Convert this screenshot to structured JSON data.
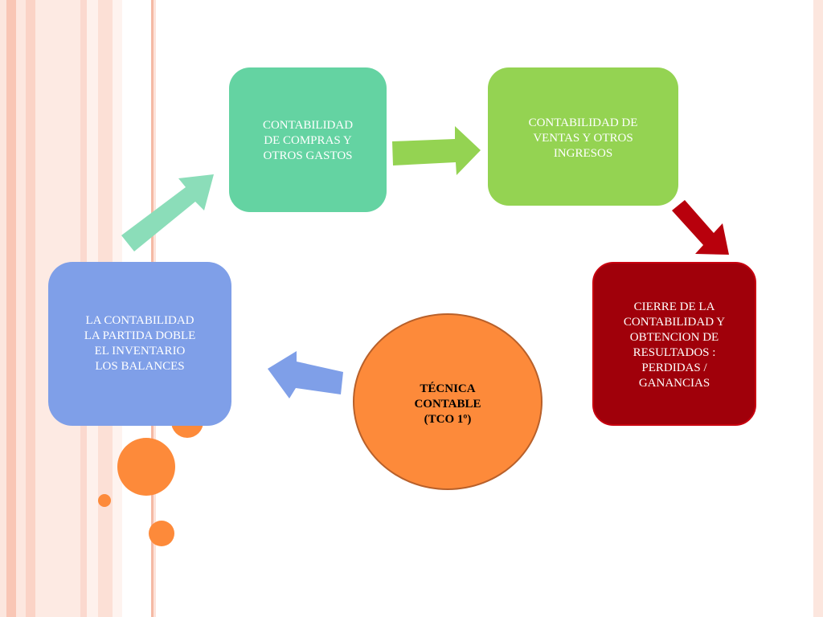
{
  "diagram": {
    "center_label": "TÉCNICA\nCONTABLE\n(TCO 1º)",
    "box_compras": "CONTABILIDAD\nDE COMPRAS Y\nOTROS GASTOS",
    "box_ventas": "CONTABILIDAD DE\nVENTAS Y OTROS\nINGRESOS",
    "box_cierre": "CIERRE DE LA\nCONTABILIDAD Y\nOBTENCION DE\nRESULTADOS :\nPERDIDAS /\nGANANCIAS",
    "box_contabilidad": "LA CONTABILIDAD\nLA PARTIDA DOBLE\nEL INVENTARIO\nLOS BALANCES"
  },
  "colors": {
    "compras": "#64d3a2",
    "ventas": "#94d352",
    "cierre": "#a0000a",
    "contabilidad": "#7f9fe8",
    "center": "#fd8a3a",
    "decor_dots": "#fd8a3a",
    "side_stripes": "#fbd9cf"
  }
}
